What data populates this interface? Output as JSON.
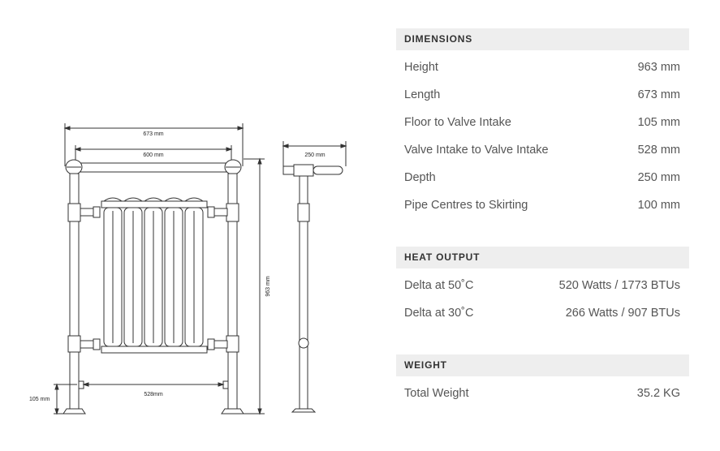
{
  "drawing": {
    "overall_length": "673 mm",
    "rail_length": "600 mm",
    "height": "963 mm",
    "depth": "250 mm",
    "pipe_centres": "528mm",
    "floor_to_valve": "105 mm"
  },
  "dimensions": {
    "title": "DIMENSIONS",
    "rows": [
      {
        "label": "Height",
        "value": "963 mm"
      },
      {
        "label": "Length",
        "value": "673 mm"
      },
      {
        "label": "Floor to Valve Intake",
        "value": "105 mm"
      },
      {
        "label": "Valve Intake to Valve Intake",
        "value": "528 mm"
      },
      {
        "label": "Depth",
        "value": "250 mm"
      },
      {
        "label": "Pipe Centres to Skirting",
        "value": "100 mm"
      }
    ]
  },
  "heat_output": {
    "title": "HEAT OUTPUT",
    "rows": [
      {
        "label": "Delta at 50˚C",
        "value": "520 Watts / 1773 BTUs"
      },
      {
        "label": "Delta at 30˚C",
        "value": "266 Watts / 907 BTUs"
      }
    ]
  },
  "weight": {
    "title": "WEIGHT",
    "rows": [
      {
        "label": "Total Weight",
        "value": "35.2 KG"
      }
    ]
  }
}
